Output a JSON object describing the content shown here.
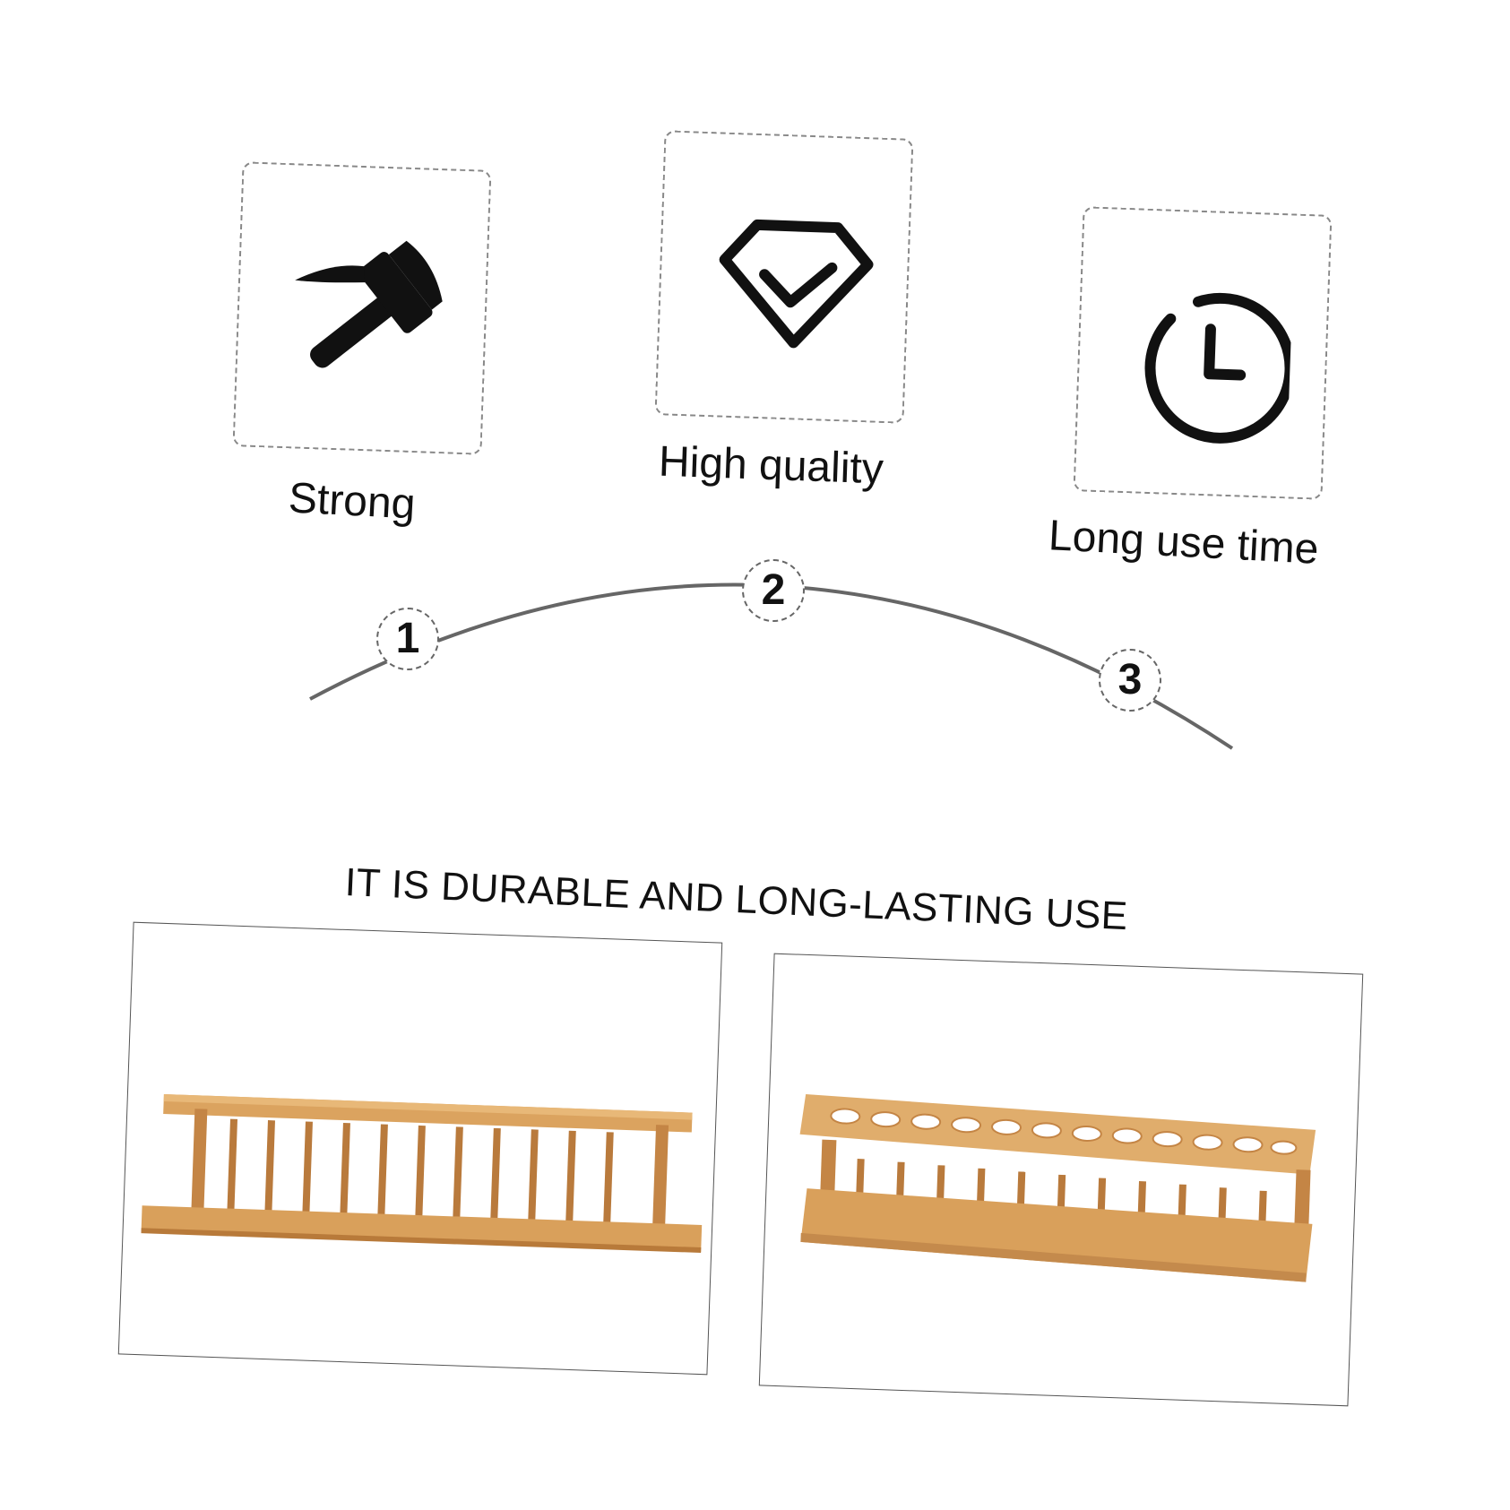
{
  "features": [
    {
      "label": "Strong",
      "icon": "hammer-icon"
    },
    {
      "label": "High quality",
      "icon": "diamond-check-icon"
    },
    {
      "label": "Long use time",
      "icon": "clock-icon"
    }
  ],
  "steps": [
    "1",
    "2",
    "3"
  ],
  "headline": "IT IS DURABLE AND LONG-LASTING USE",
  "colors": {
    "wood": "#d9a05b",
    "wood_dark": "#b87a3a",
    "ink": "#111111",
    "arc": "#666666"
  }
}
